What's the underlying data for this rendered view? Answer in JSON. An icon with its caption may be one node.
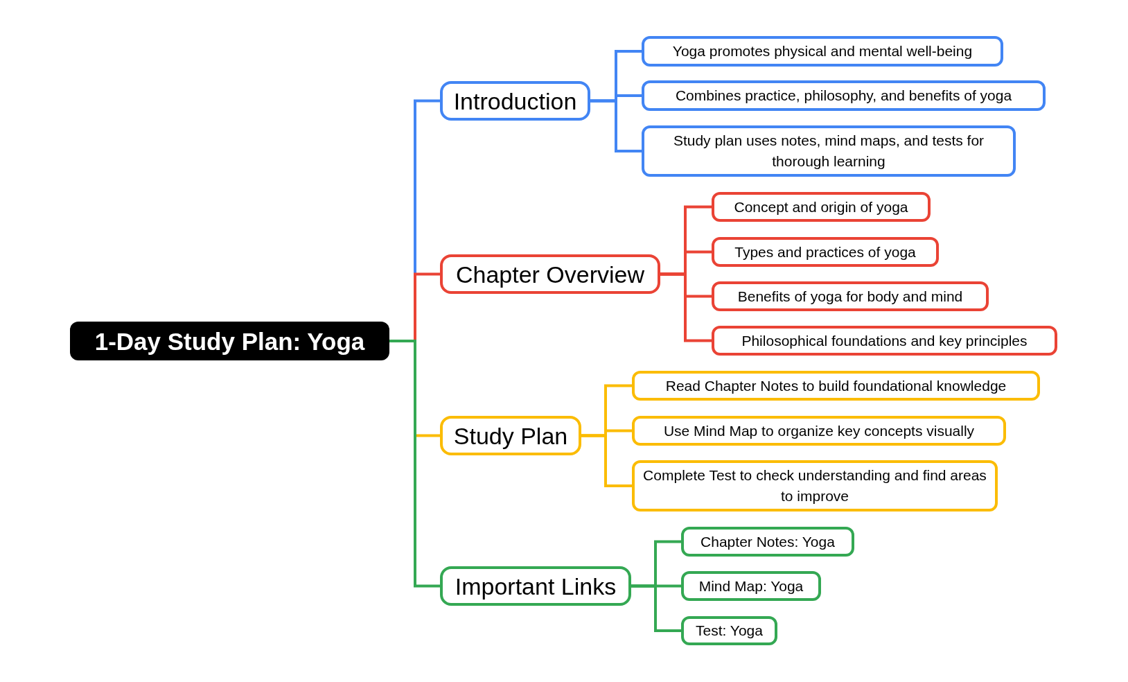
{
  "diagram": {
    "nodes": [
      {
        "text": [
          "1-Day Study Plan: Yoga"
        ]
      },
      {
        "text": [
          "Introduction"
        ]
      },
      {
        "text": [
          "Yoga promotes physical and mental well-being"
        ]
      },
      {
        "text": [
          "Combines practice, philosophy, and benefits of yoga"
        ]
      },
      {
        "text": [
          "Study plan uses notes, mind maps, and tests for thorough learning"
        ]
      },
      {
        "text": [
          "Chapter Overview"
        ]
      },
      {
        "text": [
          "Concept and origin of yoga"
        ]
      },
      {
        "text": [
          "Types and practices of yoga"
        ]
      },
      {
        "text": [
          "Benefits of yoga for body and mind"
        ]
      },
      {
        "text": [
          "Philosophical foundations and key principles"
        ]
      },
      {
        "text": [
          "Study Plan"
        ]
      },
      {
        "text": [
          "Read Chapter Notes to build foundational knowledge"
        ]
      },
      {
        "text": [
          "Use Mind Map to organize key concepts visually"
        ]
      },
      {
        "text": [
          "Complete Test to check understanding and find areas to improve"
        ]
      },
      {
        "text": [
          "Important Links"
        ]
      },
      {
        "text": [
          "Chapter Notes: Yoga"
        ]
      },
      {
        "text": [
          "Mind Map: Yoga"
        ]
      },
      {
        "text": [
          "Test: Yoga"
        ]
      }
    ],
    "edges": [
      {
        "from": 0,
        "to": 1,
        "arrow": "none",
        "color": "#4285f4"
      },
      {
        "from": 0,
        "to": 5,
        "arrow": "none",
        "color": "#ea4335"
      },
      {
        "from": 0,
        "to": 10,
        "arrow": "none",
        "color": "#fbbc04"
      },
      {
        "from": 0,
        "to": 14,
        "arrow": "none",
        "color": "#34a853"
      },
      {
        "from": 1,
        "to": 2,
        "arrow": "none",
        "color": "#4285f4"
      },
      {
        "from": 1,
        "to": 3,
        "arrow": "none",
        "color": "#4285f4"
      },
      {
        "from": 1,
        "to": 4,
        "arrow": "none",
        "color": "#4285f4"
      },
      {
        "from": 5,
        "to": 6,
        "arrow": "none",
        "color": "#ea4335"
      },
      {
        "from": 5,
        "to": 7,
        "arrow": "none",
        "color": "#ea4335"
      },
      {
        "from": 5,
        "to": 8,
        "arrow": "none",
        "color": "#ea4335"
      },
      {
        "from": 5,
        "to": 9,
        "arrow": "none",
        "color": "#ea4335"
      },
      {
        "from": 10,
        "to": 11,
        "arrow": "none",
        "color": "#fbbc04"
      },
      {
        "from": 10,
        "to": 12,
        "arrow": "none",
        "color": "#fbbc04"
      },
      {
        "from": 10,
        "to": 13,
        "arrow": "none",
        "color": "#fbbc04"
      },
      {
        "from": 14,
        "to": 15,
        "arrow": "none",
        "color": "#34a853"
      },
      {
        "from": 14,
        "to": 16,
        "arrow": "none",
        "color": "#34a853"
      },
      {
        "from": 14,
        "to": 17,
        "arrow": "none",
        "color": "#34a853"
      }
    ]
  }
}
